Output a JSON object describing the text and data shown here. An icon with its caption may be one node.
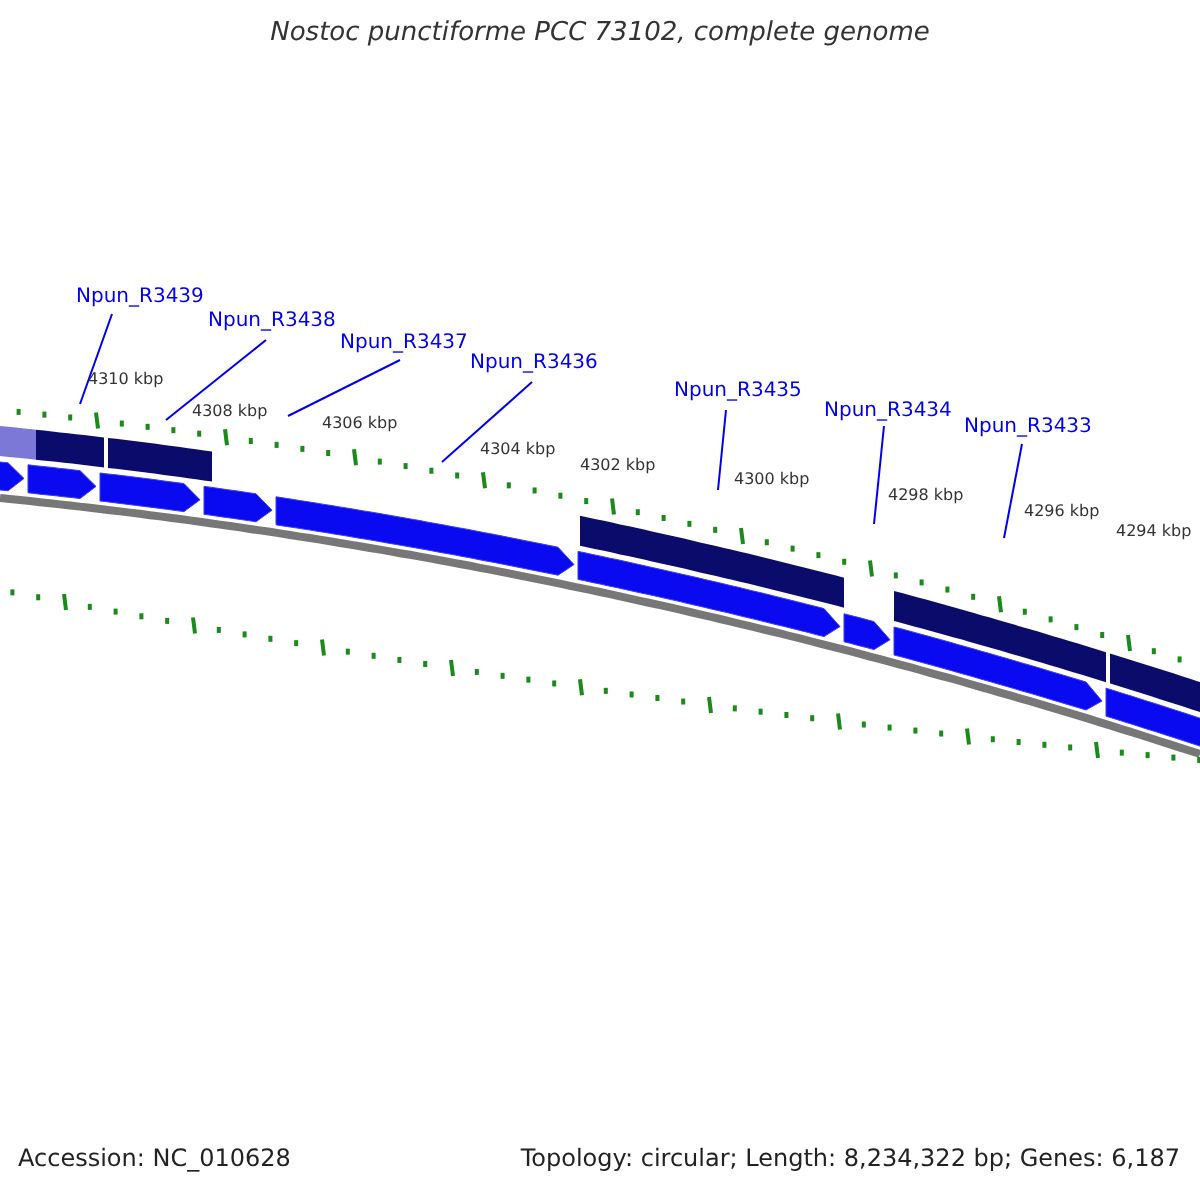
{
  "diagram": {
    "title": "Nostoc punctiforme PCC 73102, complete genome",
    "nodes": [
      {
        "text": [
          "Npun_R3439"
        ]
      },
      {
        "text": [
          "Npun_R3438"
        ]
      },
      {
        "text": [
          "Npun_R3437"
        ]
      },
      {
        "text": [
          "Npun_R3436"
        ]
      },
      {
        "text": [
          "Npun_R3435"
        ]
      },
      {
        "text": [
          "Npun_R3434"
        ]
      },
      {
        "text": [
          "Npun_R3433"
        ]
      }
    ],
    "edges": [
      {
        "from": 0,
        "to": null,
        "arrow": "none"
      },
      {
        "from": 1,
        "to": null,
        "arrow": "none"
      },
      {
        "from": 2,
        "to": null,
        "arrow": "none"
      },
      {
        "from": 3,
        "to": null,
        "arrow": "none"
      },
      {
        "from": 4,
        "to": null,
        "arrow": "none"
      },
      {
        "from": 5,
        "to": null,
        "arrow": "none"
      },
      {
        "from": 6,
        "to": null,
        "arrow": "none"
      }
    ],
    "labels": [
      "4310 kbp",
      "4308 kbp",
      "4306 kbp",
      "4304 kbp",
      "4302 kbp",
      "4300 kbp",
      "4298 kbp",
      "4296 kbp",
      "4294 kbp",
      "Accession: NC_010628",
      "Topology: circular; Length: 8,234,322 bp; Genes: 6,187"
    ]
  }
}
